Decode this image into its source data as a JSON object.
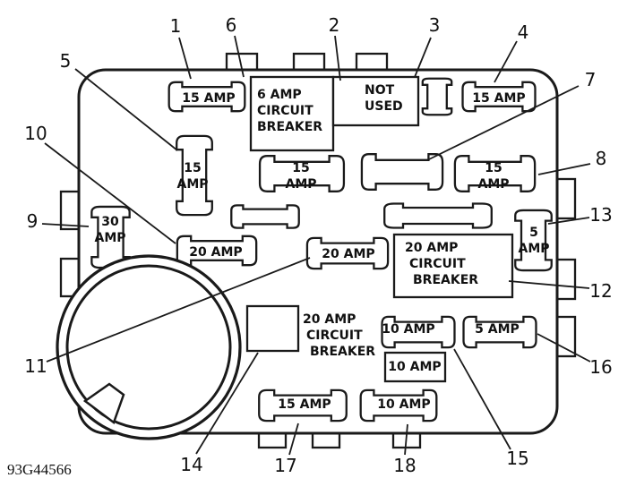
{
  "figure": {
    "code": "93G44566"
  },
  "labels": {
    "fuse_15_top_left": "15 AMP",
    "breaker_6": {
      "l1": "6 AMP",
      "l2": "CIRCUIT",
      "l3": "BREAKER"
    },
    "not_used": {
      "l1": "NOT",
      "l2": "USED"
    },
    "fuse_15_top_right": "15 AMP",
    "fuse_15_vertical": {
      "l1": "15",
      "l2": "AMP"
    },
    "fuse_15_row2_left": {
      "l1": "15",
      "l2": "AMP"
    },
    "fuse_15_row2_right": {
      "l1": "15",
      "l2": "AMP"
    },
    "fuse_30_left": {
      "l1": "30",
      "l2": "AMP"
    },
    "fuse_5_right": {
      "l1": "5",
      "l2": "AMP"
    },
    "fuse_20_row4_left": "20 AMP",
    "fuse_20_row4_mid": "20 AMP",
    "breaker_20_right": {
      "l1": "20 AMP",
      "l2": "CIRCUIT",
      "l3": "BREAKER"
    },
    "breaker_20_lower": {
      "l1": "20 AMP",
      "l2": "CIRCUIT",
      "l3": "BREAKER"
    },
    "fuse_10_row5": "10 AMP",
    "fuse_5_row5": "5 AMP",
    "fuse_10_boxed": "10 AMP",
    "fuse_15_bottom": "15 AMP",
    "fuse_10_bottom": "10 AMP"
  },
  "callouts": {
    "c1": "1",
    "c2": "2",
    "c3": "3",
    "c4": "4",
    "c5": "5",
    "c6": "6",
    "c7": "7",
    "c8": "8",
    "c9": "9",
    "c10": "10",
    "c11": "11",
    "c12": "12",
    "c13": "13",
    "c14": "14",
    "c15": "15",
    "c16": "16",
    "c17": "17",
    "c18": "18"
  }
}
